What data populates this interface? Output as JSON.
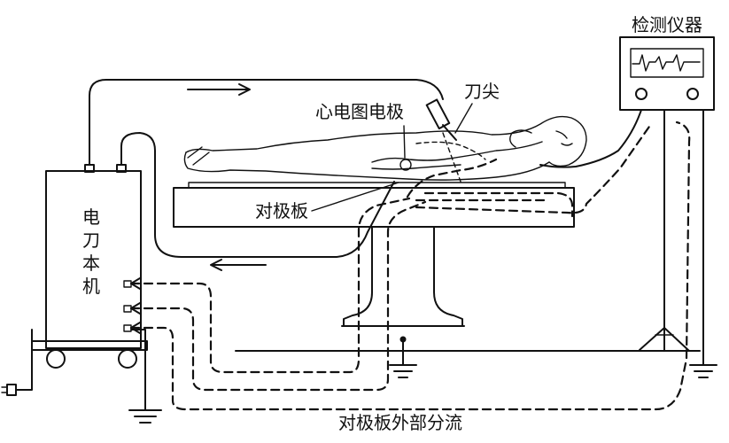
{
  "labels": {
    "monitor": "检测仪器",
    "blade_tip": "刀尖",
    "ecg_electrode": "心电图电极",
    "return_plate": "对极板",
    "esu_unit": [
      "电",
      "刀",
      "本",
      "机"
    ],
    "stray_current": "对极板外部分流"
  },
  "colors": {
    "ink": "#111111",
    "background": "#ffffff"
  }
}
